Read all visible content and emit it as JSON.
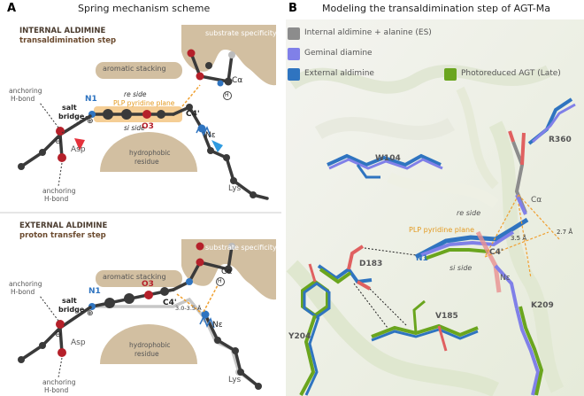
{
  "panel_a": {
    "letter": "A",
    "title": "Spring mechanism scheme",
    "top": {
      "heading_line1": "INTERNAL ALDIMINE",
      "heading_line2": "transaldimination step",
      "substrate_specificity": "substrate specificity",
      "aromatic_stacking": "aromatic stacking",
      "re_side": "re side",
      "si_side": "si side",
      "plp_plane": "PLP pyridine plane",
      "hydrophobic_residue_1": "hydrophobic",
      "hydrophobic_residue_2": "residue",
      "anchoring_top_1": "anchoring",
      "anchoring_top_2": "H-bond",
      "anchoring_bottom_1": "anchoring",
      "anchoring_bottom_2": "H-bond",
      "salt_bridge_1": "salt",
      "salt_bridge_2": "bridge",
      "n1": "N1",
      "o3": "O3",
      "c4": "C4'",
      "ne": "Nε",
      "calpha": "Cα",
      "asp": "Asp",
      "lys": "Lys",
      "h": "H",
      "minus": "⊖",
      "plus": "⊕"
    },
    "bottom": {
      "heading_line1": "EXTERNAL ALDIMINE",
      "heading_line2": "proton transfer step",
      "substrate_specificity": "substrate specificity",
      "aromatic_stacking": "aromatic stacking",
      "hydrophobic_residue_1": "hydrophobic",
      "hydrophobic_residue_2": "residue",
      "anchoring_top_1": "anchoring",
      "anchoring_top_2": "H-bond",
      "anchoring_bottom_1": "anchoring",
      "anchoring_bottom_2": "H-bond",
      "salt_bridge_1": "salt",
      "salt_bridge_2": "bridge",
      "n1": "N1",
      "o3": "O3",
      "c4": "C4'",
      "ne": "Nε",
      "calpha": "Cα",
      "asp": "Asp",
      "lys": "Lys",
      "h": "H",
      "distance": "3.0-3.5 Å",
      "minus": "⊖",
      "plus": "⊕"
    }
  },
  "panel_b": {
    "letter": "B",
    "title": "Modeling the transaldimination step of AGT-Ma",
    "legend": [
      {
        "label": "Internal aldimine + alanine (ES)",
        "color": "#8c8c8c"
      },
      {
        "label": "Geminal diamine",
        "color": "#8080e8"
      },
      {
        "label": "External aldimine",
        "color": "#2f74c0"
      },
      {
        "label": "Photoreduced AGT (Late)",
        "color": "#6aa51e"
      }
    ],
    "labels": {
      "r360": "R360",
      "w104": "W104",
      "calpha": "Cα",
      "re_side": "re side",
      "plp_plane": "PLP pyridine plane",
      "d183": "D183",
      "n1": "N1",
      "si_side": "si side",
      "c4": "C4'",
      "ne": "Nε",
      "v185": "V185",
      "k209": "K209",
      "y204": "Y204",
      "dist_27": "2.7 Å",
      "dist_35": "3.5 Å"
    }
  }
}
